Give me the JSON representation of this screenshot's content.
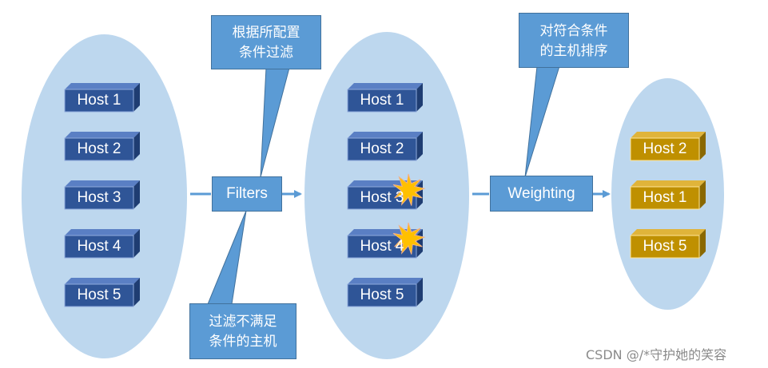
{
  "groups": [
    {
      "hosts": [
        {
          "label": "Host 1",
          "theme": "blue",
          "flagged": false
        },
        {
          "label": "Host 2",
          "theme": "blue",
          "flagged": false
        },
        {
          "label": "Host 3",
          "theme": "blue",
          "flagged": false
        },
        {
          "label": "Host 4",
          "theme": "blue",
          "flagged": false
        },
        {
          "label": "Host 5",
          "theme": "blue",
          "flagged": false
        }
      ]
    },
    {
      "hosts": [
        {
          "label": "Host 1",
          "theme": "blue",
          "flagged": false
        },
        {
          "label": "Host 2",
          "theme": "blue",
          "flagged": false
        },
        {
          "label": "Host 3",
          "theme": "blue",
          "flagged": true
        },
        {
          "label": "Host 4",
          "theme": "blue",
          "flagged": true
        },
        {
          "label": "Host 5",
          "theme": "blue",
          "flagged": false
        }
      ]
    },
    {
      "hosts": [
        {
          "label": "Host 2",
          "theme": "gold",
          "flagged": false
        },
        {
          "label": "Host 1",
          "theme": "gold",
          "flagged": false
        },
        {
          "label": "Host 5",
          "theme": "gold",
          "flagged": false
        }
      ]
    }
  ],
  "steps": {
    "filters": "Filters",
    "weighting": "Weighting"
  },
  "callouts": {
    "filter_config": [
      "根据所配置",
      "条件过滤"
    ],
    "filter_out": [
      "过滤不满足",
      "条件的主机"
    ],
    "weighting_sort": [
      "对符合条件",
      "的主机排序"
    ]
  },
  "watermark": "CSDN @/*守护她的笑容",
  "colors": {
    "ellipse": "#bdd7ee",
    "callout": "#5b9bd5",
    "arrow": "#5b9bd5",
    "host_blue": "#2f5597",
    "host_gold": "#bf9000",
    "burst": "#ffc000"
  }
}
